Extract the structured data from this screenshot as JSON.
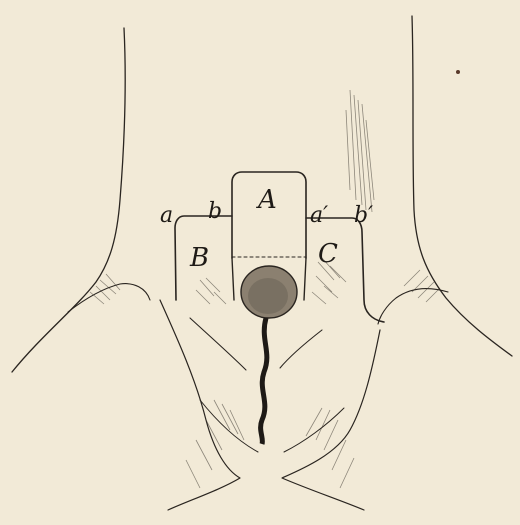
{
  "labels": {
    "a": "a",
    "b": "b",
    "A": "A",
    "a_prime": "a′",
    "b_prime": "b′",
    "B": "B",
    "C": "C"
  },
  "colors": {
    "paper": "#f2ead7",
    "ink": "#2a2520"
  }
}
